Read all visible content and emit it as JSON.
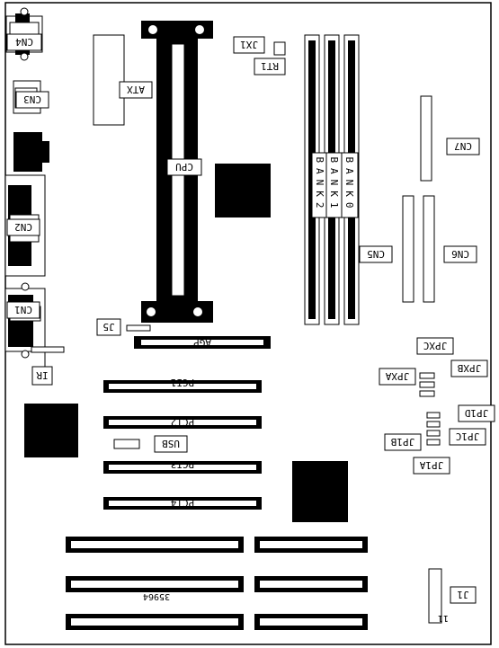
{
  "labels": {
    "cn4": "CN4",
    "cn3": "CN3",
    "cn2": "CN2",
    "cn1": "CN1",
    "atx": "ATX",
    "cpu": "CPU",
    "jx1": "JX1",
    "rt1": "RT1",
    "bank2": "BANK2",
    "bank1": "BANK1",
    "bank0": "BANK0",
    "cn7": "CN7",
    "cn5": "CN5",
    "cn6": "CN6",
    "j5": "J5",
    "agp": "AGP",
    "ir": "IR",
    "pci1": "PCI1",
    "pci2": "PCI2",
    "pci3": "PCI3",
    "pci4": "PCI4",
    "usb": "USB",
    "jpxc": "JPXC",
    "jpxa": "JPXA",
    "jpxb": "JPXB",
    "jp1d": "JP1D",
    "jp1c": "JP1C",
    "jp1b": "JP1B",
    "jp1a": "JP1A",
    "j1": "J1",
    "figure_number": "35964",
    "pin_number": "11"
  }
}
